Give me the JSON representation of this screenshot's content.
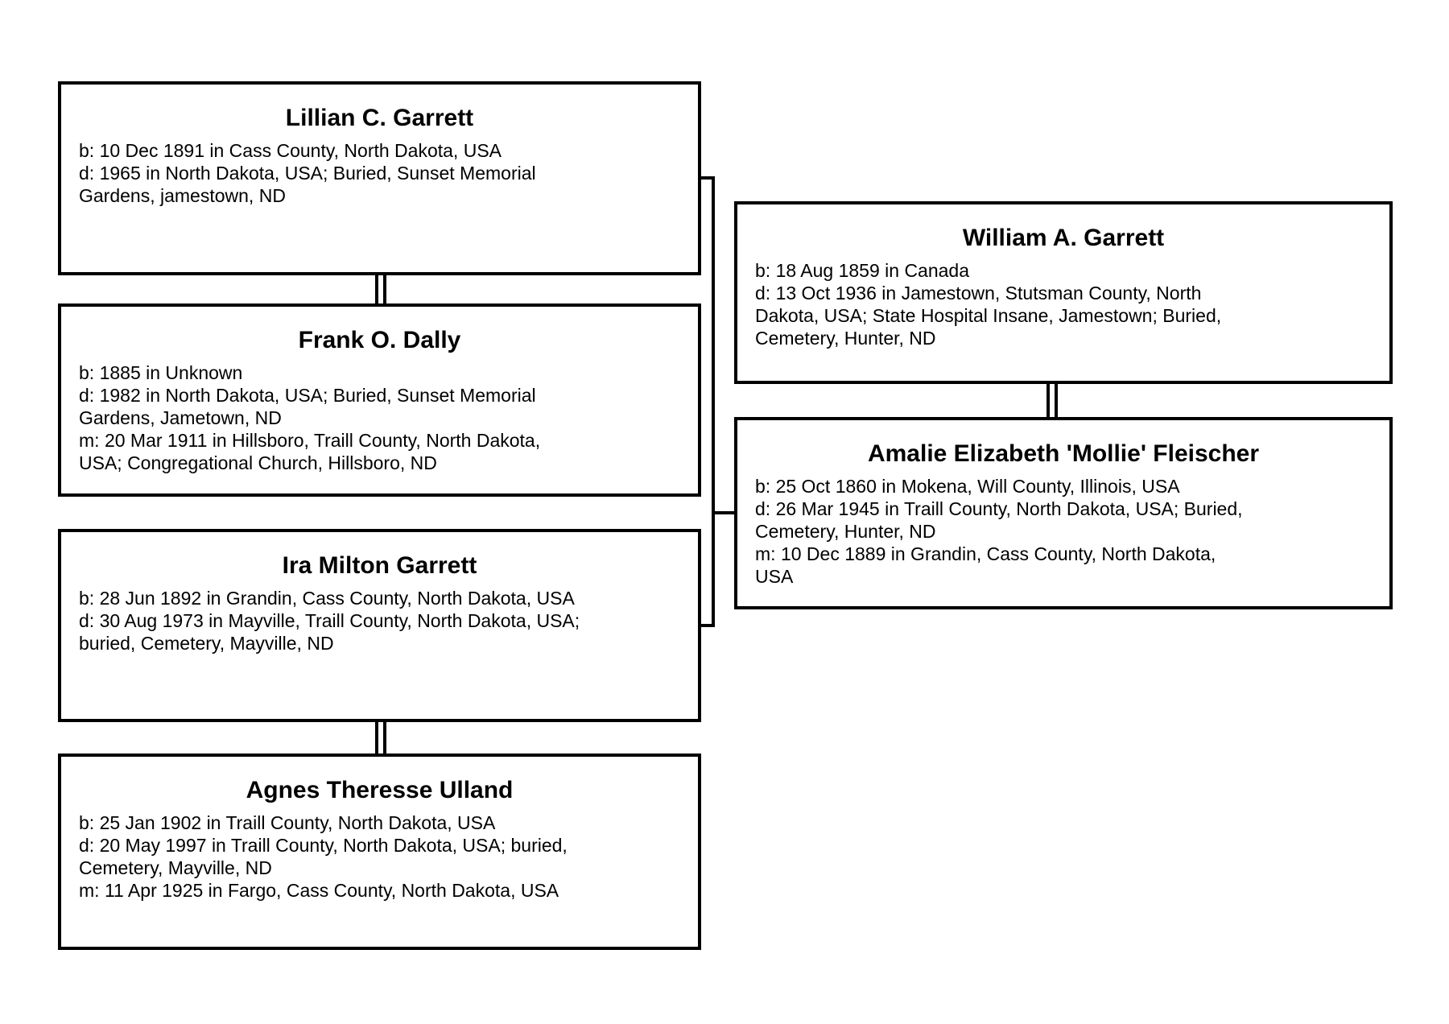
{
  "diagram": {
    "kind": "family-tree",
    "border_color": "#000000",
    "background_color": "#ffffff",
    "boxes": [
      {
        "name": "Lillian C. Garrett",
        "lines": [
          "b: 10 Dec 1891 in Cass County, North Dakota, USA",
          "d: 1965 in North Dakota, USA; Buried, Sunset Memorial",
          "Gardens, jamestown, ND"
        ]
      },
      {
        "name": "Frank O. Dally",
        "lines": [
          "b: 1885 in Unknown",
          "d: 1982 in North Dakota, USA; Buried, Sunset Memorial",
          "Gardens, Jametown, ND",
          "m: 20 Mar 1911 in Hillsboro, Traill County, North Dakota,",
          "USA; Congregational Church, Hillsboro, ND"
        ]
      },
      {
        "name": "Ira Milton Garrett",
        "lines": [
          "b: 28 Jun 1892 in Grandin, Cass County, North Dakota, USA",
          "d: 30 Aug 1973 in Mayville, Traill County, North Dakota, USA;",
          "buried, Cemetery, Mayville, ND"
        ]
      },
      {
        "name": "Agnes Theresse Ulland",
        "lines": [
          "b: 25 Jan 1902 in Traill County, North Dakota, USA",
          "d: 20 May 1997 in Traill County, North Dakota, USA; buried,",
          "Cemetery, Mayville, ND",
          "m: 11 Apr 1925 in Fargo, Cass County, North Dakota, USA"
        ]
      },
      {
        "name": "William A. Garrett",
        "lines": [
          "b: 18 Aug 1859 in Canada",
          "d: 13 Oct 1936 in Jamestown, Stutsman County, North",
          "Dakota, USA; State Hospital Insane, Jamestown; Buried,",
          "Cemetery, Hunter, ND"
        ]
      },
      {
        "name": "Amalie Elizabeth 'Mollie' Fleischer",
        "lines": [
          "b: 25 Oct 1860 in Mokena, Will County, Illinois, USA",
          "d: 26 Mar 1945 in Traill County, North Dakota, USA; Buried,",
          "Cemetery, Hunter, ND",
          "m: 10 Dec 1889 in Grandin, Cass County, North Dakota,",
          "USA"
        ]
      }
    ]
  }
}
